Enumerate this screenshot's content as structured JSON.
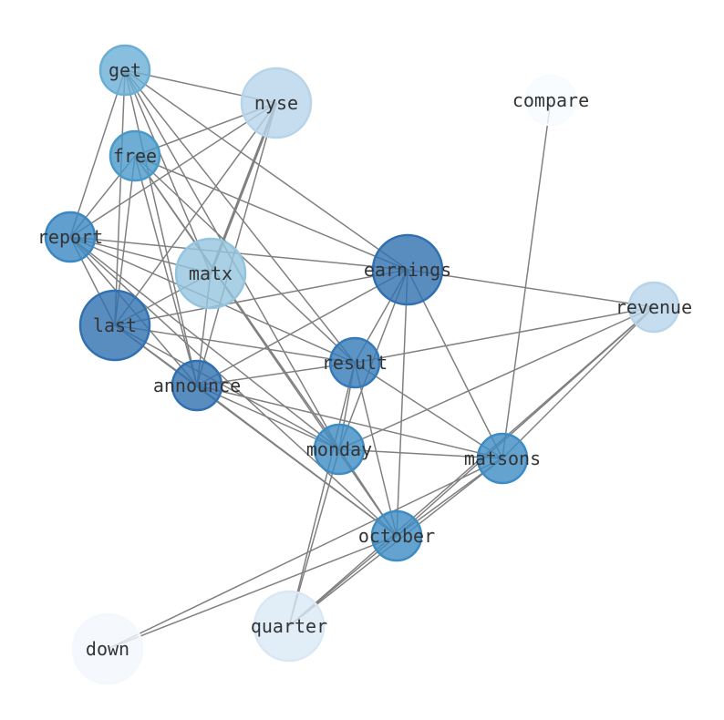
{
  "graph": {
    "nodes": [
      {
        "id": "get",
        "label": "get",
        "color": "#6aaed6",
        "size": "small"
      },
      {
        "id": "nyse",
        "label": "nyse",
        "color": "#b7d4ea",
        "size": "large"
      },
      {
        "id": "compare",
        "label": "compare",
        "color": "#f7fbff",
        "size": "small"
      },
      {
        "id": "free",
        "label": "free",
        "color": "#4a98c9",
        "size": "small"
      },
      {
        "id": "report",
        "label": "report",
        "color": "#3a87c2",
        "size": "small"
      },
      {
        "id": "matx",
        "label": "matx",
        "color": "#94c4df",
        "size": "large"
      },
      {
        "id": "earnings",
        "label": "earnings",
        "color": "#3070b0",
        "size": "large"
      },
      {
        "id": "revenue",
        "label": "revenue",
        "color": "#b7d4ea",
        "size": "small"
      },
      {
        "id": "last",
        "label": "last",
        "color": "#3070b0",
        "size": "large"
      },
      {
        "id": "result",
        "label": "result",
        "color": "#3579b8",
        "size": "small"
      },
      {
        "id": "announce",
        "label": "announce",
        "color": "#3070b0",
        "size": "small"
      },
      {
        "id": "monday",
        "label": "monday",
        "color": "#3d8cc4",
        "size": "small"
      },
      {
        "id": "matsons",
        "label": "matsons",
        "color": "#3d8cc4",
        "size": "small"
      },
      {
        "id": "october",
        "label": "october",
        "color": "#3d8cc4",
        "size": "small"
      },
      {
        "id": "quarter",
        "label": "quarter",
        "color": "#dae8f5",
        "size": "large"
      },
      {
        "id": "down",
        "label": "down",
        "color": "#f3f8fe",
        "size": "large"
      }
    ],
    "edges": [
      [
        "get",
        "nyse"
      ],
      [
        "get",
        "earnings"
      ],
      [
        "get",
        "report"
      ],
      [
        "get",
        "last"
      ],
      [
        "get",
        "announce"
      ],
      [
        "get",
        "matx"
      ],
      [
        "get",
        "result"
      ],
      [
        "get",
        "monday"
      ],
      [
        "free",
        "nyse"
      ],
      [
        "free",
        "earnings"
      ],
      [
        "free",
        "report"
      ],
      [
        "free",
        "last"
      ],
      [
        "free",
        "announce"
      ],
      [
        "free",
        "monday"
      ],
      [
        "free",
        "result"
      ],
      [
        "free",
        "october"
      ],
      [
        "report",
        "nyse"
      ],
      [
        "report",
        "earnings"
      ],
      [
        "report",
        "last"
      ],
      [
        "report",
        "announce"
      ],
      [
        "report",
        "result"
      ],
      [
        "report",
        "monday"
      ],
      [
        "report",
        "october"
      ],
      [
        "report",
        "matx"
      ],
      [
        "nyse",
        "matx"
      ],
      [
        "nyse",
        "last"
      ],
      [
        "nyse",
        "announce"
      ],
      [
        "matx",
        "last"
      ],
      [
        "matx",
        "announce"
      ],
      [
        "earnings",
        "last"
      ],
      [
        "earnings",
        "announce"
      ],
      [
        "earnings",
        "result"
      ],
      [
        "earnings",
        "monday"
      ],
      [
        "earnings",
        "october"
      ],
      [
        "earnings",
        "matsons"
      ],
      [
        "earnings",
        "revenue"
      ],
      [
        "revenue",
        "result"
      ],
      [
        "revenue",
        "monday"
      ],
      [
        "revenue",
        "matsons"
      ],
      [
        "revenue",
        "quarter"
      ],
      [
        "revenue",
        "october"
      ],
      [
        "last",
        "result"
      ],
      [
        "last",
        "announce"
      ],
      [
        "last",
        "october"
      ],
      [
        "last",
        "monday"
      ],
      [
        "result",
        "announce"
      ],
      [
        "result",
        "matsons"
      ],
      [
        "result",
        "monday"
      ],
      [
        "result",
        "october"
      ],
      [
        "result",
        "quarter"
      ],
      [
        "announce",
        "monday"
      ],
      [
        "announce",
        "matsons"
      ],
      [
        "announce",
        "october"
      ],
      [
        "monday",
        "matsons"
      ],
      [
        "monday",
        "october"
      ],
      [
        "monday",
        "quarter"
      ],
      [
        "matsons",
        "compare"
      ],
      [
        "matsons",
        "down"
      ],
      [
        "matsons",
        "october"
      ],
      [
        "matsons",
        "quarter"
      ],
      [
        "october",
        "down"
      ],
      [
        "october",
        "quarter"
      ]
    ],
    "edge_color": "#808080"
  }
}
